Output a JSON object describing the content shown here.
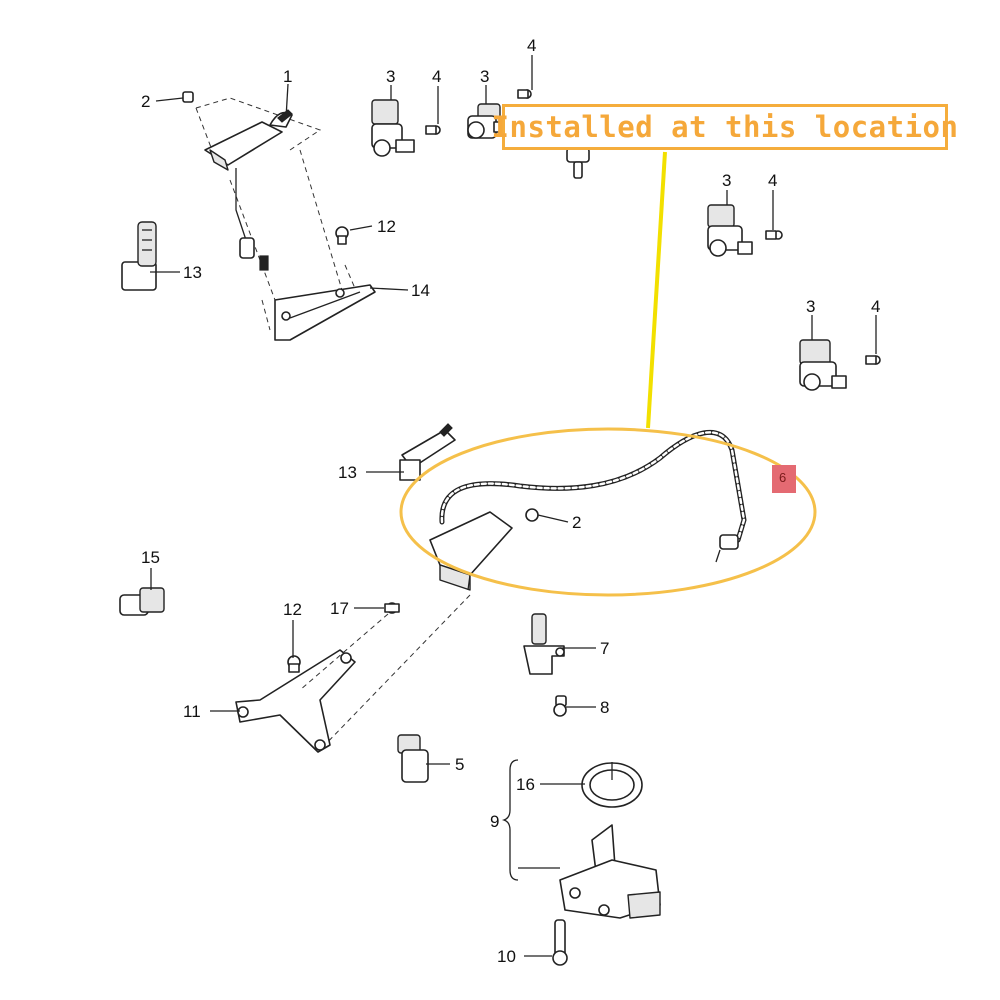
{
  "annotation": {
    "text": "Installed at this location",
    "color": "#f5a83a",
    "highlight_color": "#f5c04a",
    "pointer_color": "#f2e000"
  },
  "marker": {
    "label": "6",
    "color": "#e46a72"
  },
  "callouts": [
    {
      "id": "c1",
      "label": "1"
    },
    {
      "id": "c2a",
      "label": "2"
    },
    {
      "id": "c2b",
      "label": "2"
    },
    {
      "id": "c3a",
      "label": "3"
    },
    {
      "id": "c3b",
      "label": "3"
    },
    {
      "id": "c3c",
      "label": "3"
    },
    {
      "id": "c3d",
      "label": "3"
    },
    {
      "id": "c4a",
      "label": "4"
    },
    {
      "id": "c4b",
      "label": "4"
    },
    {
      "id": "c4c",
      "label": "4"
    },
    {
      "id": "c4d",
      "label": "4"
    },
    {
      "id": "c5",
      "label": "5"
    },
    {
      "id": "c7",
      "label": "7"
    },
    {
      "id": "c8",
      "label": "8"
    },
    {
      "id": "c9",
      "label": "9"
    },
    {
      "id": "c10",
      "label": "10"
    },
    {
      "id": "c11",
      "label": "11"
    },
    {
      "id": "c12a",
      "label": "12"
    },
    {
      "id": "c12b",
      "label": "12"
    },
    {
      "id": "c13a",
      "label": "13"
    },
    {
      "id": "c13b",
      "label": "13"
    },
    {
      "id": "c14",
      "label": "14"
    },
    {
      "id": "c15",
      "label": "15"
    },
    {
      "id": "c16",
      "label": "16"
    },
    {
      "id": "c17",
      "label": "17"
    }
  ]
}
